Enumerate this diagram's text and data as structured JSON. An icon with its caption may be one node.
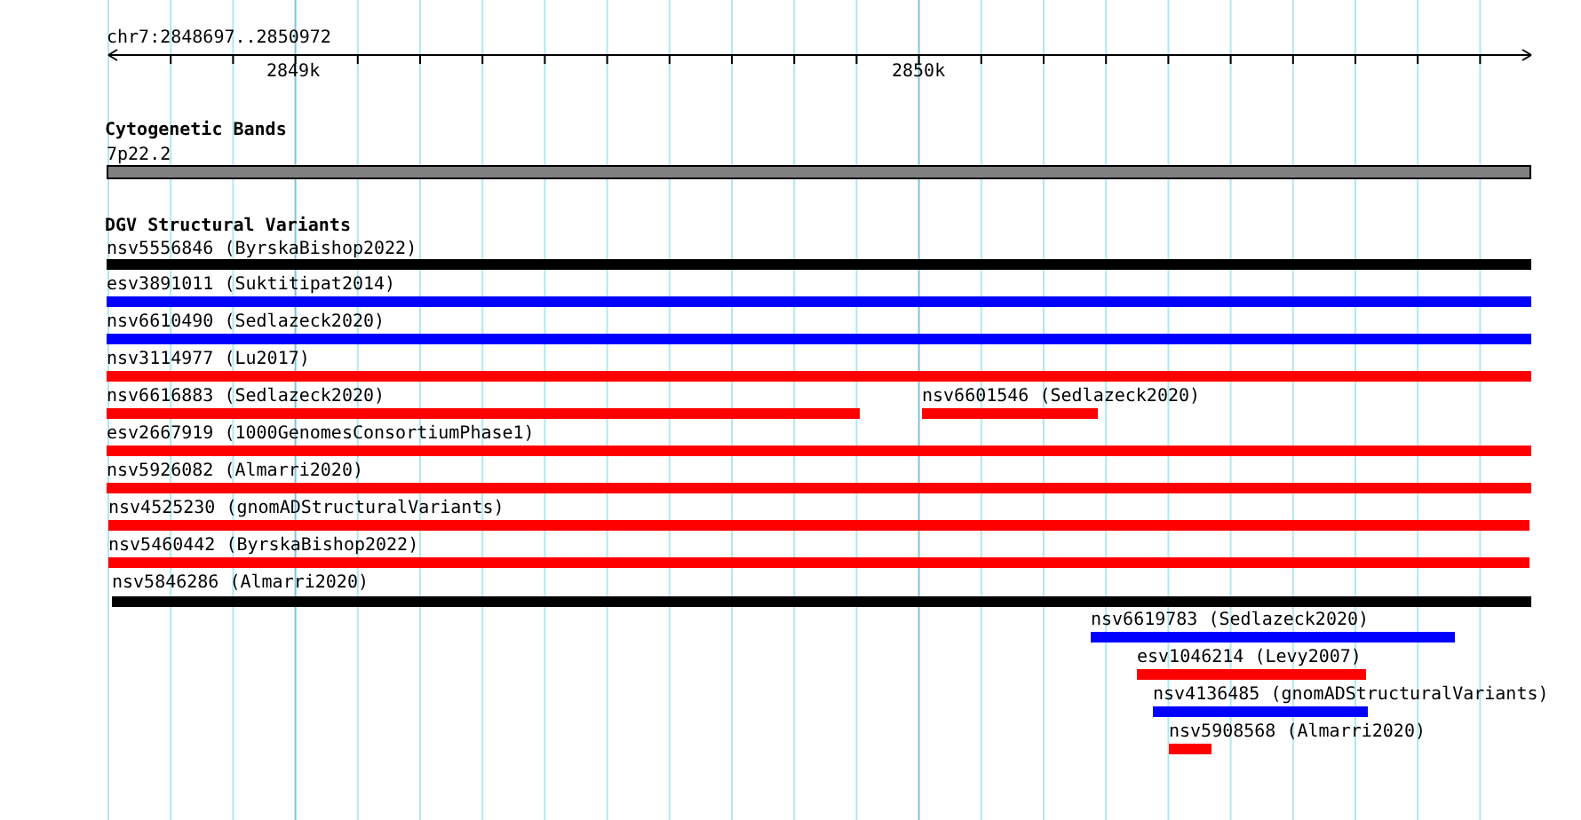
{
  "diagram": {
    "nodes": [
      {
        "text": [
          "7p22.2"
        ]
      },
      {
        "text": [
          "nsv5556846 (ByrskaBishop2022)"
        ]
      },
      {
        "text": [
          "esv3891011 (Suktitipat2014)"
        ]
      },
      {
        "text": [
          "nsv6610490 (Sedlazeck2020)"
        ]
      },
      {
        "text": [
          "nsv3114977 (Lu2017)"
        ]
      },
      {
        "text": [
          "nsv6616883 (Sedlazeck2020)"
        ]
      },
      {
        "text": [
          "nsv6601546 (Sedlazeck2020)"
        ]
      },
      {
        "text": [
          "esv2667919 (1000GenomesConsortiumPhase1)"
        ]
      },
      {
        "text": [
          "nsv5926082 (Almarri2020)"
        ]
      },
      {
        "text": [
          "nsv4525230 (gnomADStructuralVariants)"
        ]
      },
      {
        "text": [
          "nsv5460442 (ByrskaBishop2022)"
        ]
      },
      {
        "text": [
          "nsv5846286 (Almarri2020)"
        ]
      },
      {
        "text": [
          "nsv6619783 (Sedlazeck2020)"
        ]
      },
      {
        "text": [
          "esv1046214 (Levy2007)"
        ]
      },
      {
        "text": [
          "nsv4136485 (gnomADStructuralVariants)"
        ]
      },
      {
        "text": [
          "nsv5908568 (Almarri2020)"
        ]
      }
    ],
    "labels": [
      "chr7:2848697..2850972",
      "2849k",
      "2850k",
      "Cytogenetic Bands",
      "DGV Structural Variants"
    ]
  }
}
